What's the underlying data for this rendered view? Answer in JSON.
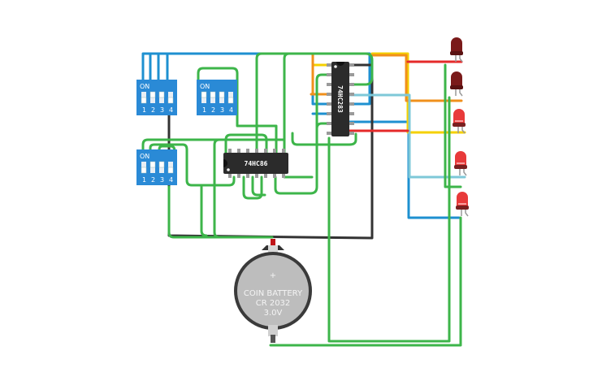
{
  "app": {
    "type": "circuit-breadboard-simulator"
  },
  "colors": {
    "background": "#ffffff",
    "wire_green": "#3db54a",
    "wire_blue": "#1e90d0",
    "wire_lightblue": "#7ec8d8",
    "wire_yellow": "#f5d000",
    "wire_orange": "#f0901c",
    "wire_red": "#e52a2a",
    "wire_black": "#333333",
    "dip_body": "#2a8ad6",
    "chip_body": "#2b2b2b",
    "led_dark": "#7a1a1a",
    "led_bright": "#e83a3a",
    "battery_body": "#bdbdbd"
  },
  "components": {
    "dip_switches": [
      {
        "id": "dip-a",
        "label": "ON",
        "positions": [
          "1",
          "2",
          "3",
          "4"
        ],
        "states": [
          "off",
          "on",
          "on",
          "off"
        ]
      },
      {
        "id": "dip-b",
        "label": "ON",
        "positions": [
          "1",
          "2",
          "3",
          "4"
        ],
        "states": [
          "on",
          "on",
          "on",
          "off"
        ]
      },
      {
        "id": "dip-c",
        "label": "ON",
        "positions": [
          "1",
          "2",
          "3",
          "4"
        ],
        "states": [
          "off",
          "on",
          "on",
          "off"
        ]
      }
    ],
    "chips": [
      {
        "id": "xor-chip",
        "label": "74HC86"
      },
      {
        "id": "adder-chip",
        "label": "74HC283"
      }
    ],
    "leds": [
      {
        "id": "led-1",
        "state": "off"
      },
      {
        "id": "led-2",
        "state": "off"
      },
      {
        "id": "led-3",
        "state": "on"
      },
      {
        "id": "led-4",
        "state": "on"
      },
      {
        "id": "led-5",
        "state": "on"
      }
    ],
    "battery": {
      "line1": "COIN BATTERY",
      "line2": "CR 2032",
      "line3": "3.0V",
      "symbol": "+"
    }
  }
}
